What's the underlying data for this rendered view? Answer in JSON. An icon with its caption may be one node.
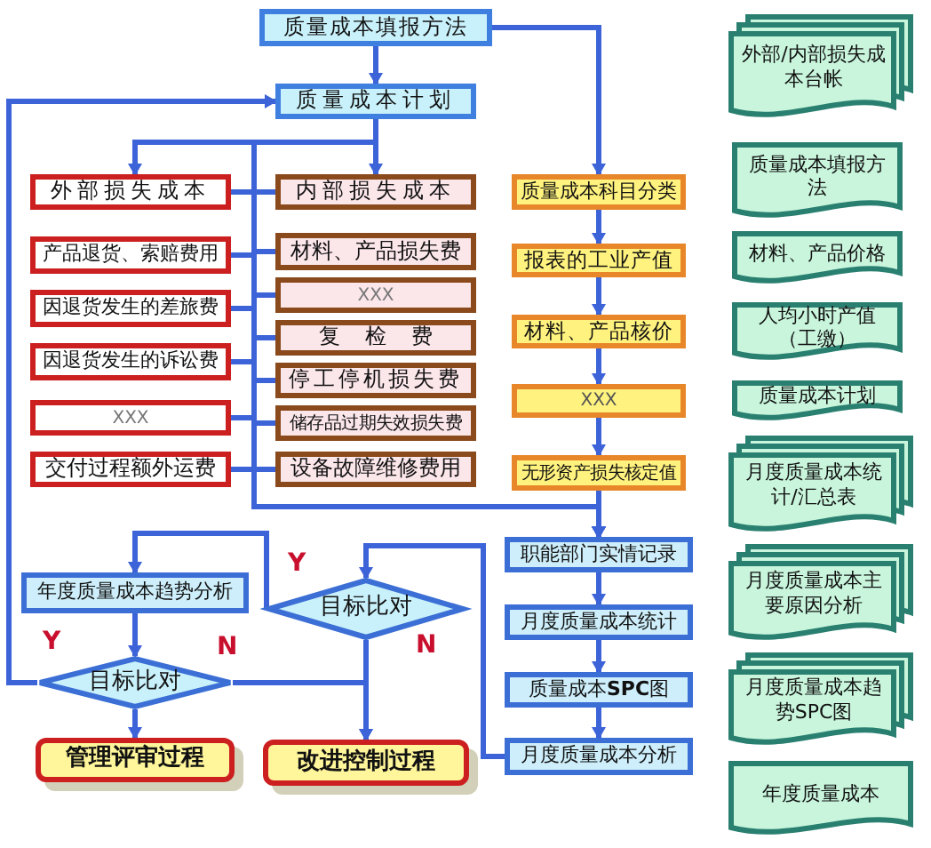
{
  "diagram": {
    "nodes": [
      {
        "text": [
          "质量成本填报方法"
        ]
      },
      {
        "text": [
          "质量成本计划"
        ]
      },
      {
        "text": [
          "外部损失成本"
        ]
      },
      {
        "text": [
          "内部损失成本"
        ]
      },
      {
        "text": [
          "产品退货、索赔费用"
        ]
      },
      {
        "text": [
          "因退货发生的差旅费"
        ]
      },
      {
        "text": [
          "因退货发生的诉讼费"
        ]
      },
      {
        "text": [
          "XXX"
        ]
      },
      {
        "text": [
          "交付过程额外运费"
        ]
      },
      {
        "text": [
          "材料、产品损失费"
        ]
      },
      {
        "text": [
          "XXX"
        ]
      },
      {
        "text": [
          "复检费"
        ]
      },
      {
        "text": [
          "停工停机损失费"
        ]
      },
      {
        "text": [
          "储存品过期失效损失费"
        ]
      },
      {
        "text": [
          "设备故障维修费用"
        ]
      },
      {
        "text": [
          "质量成本科目分类"
        ]
      },
      {
        "text": [
          "报表的工业产值"
        ]
      },
      {
        "text": [
          "材料、产品核价"
        ]
      },
      {
        "text": [
          "XXX"
        ]
      },
      {
        "text": [
          "无形资产损失核定值"
        ]
      },
      {
        "text": [
          "职能部门实情记录"
        ]
      },
      {
        "text": [
          "月度质量成本统计"
        ]
      },
      {
        "text": [
          "质量成本**SPC**图"
        ]
      },
      {
        "text": [
          "月度质量成本分析"
        ]
      },
      {
        "text": [
          "年度质量成本趋势分析"
        ]
      },
      {
        "text": [
          "目标比对"
        ]
      },
      {
        "text": [
          "目标比对"
        ]
      },
      {
        "text": [
          "管理评审过程"
        ]
      },
      {
        "text": [
          "改进控制过程"
        ]
      },
      {
        "text": [
          "外部/内部损失成本台帐"
        ]
      },
      {
        "text": [
          "质量成本填报方法"
        ]
      },
      {
        "text": [
          "材料、产品价格"
        ]
      },
      {
        "text": [
          "人均小时产值（工缴）"
        ]
      },
      {
        "text": [
          "质量成本计划"
        ]
      },
      {
        "text": [
          "月度质量成本统计/汇总表"
        ]
      },
      {
        "text": [
          "月度质量成本主要原因分析"
        ]
      },
      {
        "text": [
          "月度质量成本趋势SPC图"
        ]
      },
      {
        "text": [
          "年度质量成本"
        ]
      }
    ],
    "edges": [
      {
        "from": 0,
        "to": 1,
        "arrow": "to"
      },
      {
        "from": 0,
        "to": 15,
        "arrow": "to"
      },
      {
        "from": 1,
        "to": 2,
        "arrow": "to"
      },
      {
        "from": 1,
        "to": 3,
        "arrow": "to"
      },
      {
        "from": 2,
        "to": 3,
        "arrow": "none"
      },
      {
        "from": 4,
        "to": 20,
        "arrow": "to"
      },
      {
        "from": 5,
        "to": 20,
        "arrow": "to"
      },
      {
        "from": 6,
        "to": 20,
        "arrow": "to"
      },
      {
        "from": 7,
        "to": 20,
        "arrow": "to"
      },
      {
        "from": 8,
        "to": 20,
        "arrow": "to"
      },
      {
        "from": 9,
        "to": 20,
        "arrow": "to"
      },
      {
        "from": 10,
        "to": 20,
        "arrow": "to"
      },
      {
        "from": 11,
        "to": 20,
        "arrow": "to"
      },
      {
        "from": 12,
        "to": 20,
        "arrow": "to"
      },
      {
        "from": 13,
        "to": 20,
        "arrow": "to"
      },
      {
        "from": 14,
        "to": 20,
        "arrow": "to"
      },
      {
        "from": 1,
        "to": 20,
        "arrow": "to"
      },
      {
        "from": 15,
        "to": 16,
        "arrow": "to"
      },
      {
        "from": 16,
        "to": 17,
        "arrow": "to"
      },
      {
        "from": 17,
        "to": 18,
        "arrow": "to"
      },
      {
        "from": 18,
        "to": 19,
        "arrow": "to"
      },
      {
        "from": 19,
        "to": 20,
        "arrow": "to"
      },
      {
        "from": 20,
        "to": 21,
        "arrow": "to"
      },
      {
        "from": 21,
        "to": 22,
        "arrow": "to"
      },
      {
        "from": 22,
        "to": 23,
        "arrow": "to"
      },
      {
        "from": 23,
        "to": 26,
        "arrow": "to"
      },
      {
        "from": 26,
        "to": 24,
        "arrow": "to",
        "label": "Y"
      },
      {
        "from": 26,
        "to": 28,
        "arrow": "to",
        "label": "N"
      },
      {
        "from": 24,
        "to": 25,
        "arrow": "to"
      },
      {
        "from": 25,
        "to": 27,
        "arrow": "to",
        "label": "Y"
      },
      {
        "from": 25,
        "to": 28,
        "arrow": "to",
        "label": "N"
      },
      {
        "from": 25,
        "to": 1,
        "arrow": "to"
      }
    ]
  }
}
